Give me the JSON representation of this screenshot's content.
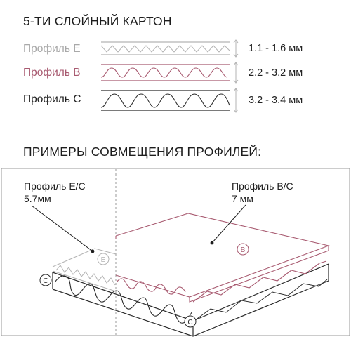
{
  "header": {
    "title": "5-ТИ СЛОЙНЫЙ КАРТОН"
  },
  "profiles": [
    {
      "name": "Профиль E",
      "range": "1.1 - 1.6 мм",
      "color": "#b3b3b3"
    },
    {
      "name": "Профиль B",
      "range": "2.2 - 3.2 мм",
      "color": "#a85a70"
    },
    {
      "name": "Профиль C",
      "range": "3.2 - 3.4 мм",
      "color": "#2a2a2a"
    }
  ],
  "examples": {
    "title": "ПРИМЕРЫ СОВМЕЩЕНИЯ ПРОФИЛЕЙ:",
    "left_label": {
      "name": "Профиль E/C",
      "thickness": "5.7мм"
    },
    "right_label": {
      "name": "Профиль B/C",
      "thickness": "7 мм"
    },
    "badges": {
      "e": "E",
      "b": "B",
      "c": "C"
    }
  },
  "colors": {
    "frame": "#9a9a9a",
    "e_line": "#b3b3b3",
    "b_line": "#a85a70",
    "c_line": "#2a2a2a",
    "dashed": "#999999"
  }
}
